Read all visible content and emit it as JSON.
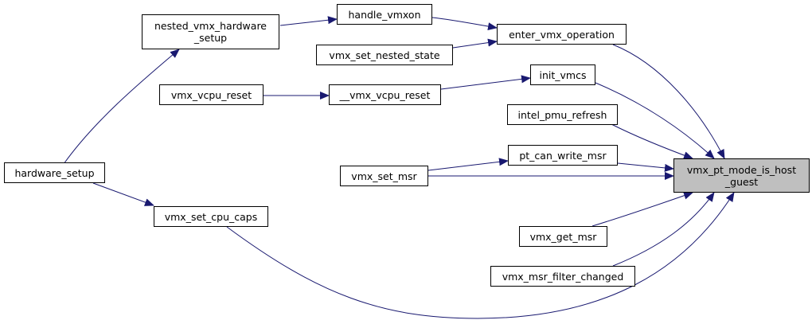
{
  "colors": {
    "edge": "#191970",
    "node_border": "#000000",
    "active_fill": "#bfbfbf"
  },
  "nodes": {
    "nested_vmx_hardware_setup": {
      "lines": [
        "nested_vmx_hardware",
        "_setup"
      ]
    },
    "handle_vmxon": {
      "lines": [
        "handle_vmxon"
      ]
    },
    "enter_vmx_operation": {
      "lines": [
        "enter_vmx_operation"
      ]
    },
    "vmx_set_nested_state": {
      "lines": [
        "vmx_set_nested_state"
      ]
    },
    "init_vmcs": {
      "lines": [
        "init_vmcs"
      ]
    },
    "vmx_vcpu_reset": {
      "lines": [
        "vmx_vcpu_reset"
      ]
    },
    "__vmx_vcpu_reset": {
      "lines": [
        "__vmx_vcpu_reset"
      ]
    },
    "intel_pmu_refresh": {
      "lines": [
        "intel_pmu_refresh"
      ]
    },
    "pt_can_write_msr": {
      "lines": [
        "pt_can_write_msr"
      ]
    },
    "hardware_setup": {
      "lines": [
        "hardware_setup"
      ]
    },
    "vmx_set_msr": {
      "lines": [
        "vmx_set_msr"
      ]
    },
    "vmx_pt_mode_is_host_guest": {
      "lines": [
        "vmx_pt_mode_is_host",
        "_guest"
      ]
    },
    "vmx_set_cpu_caps": {
      "lines": [
        "vmx_set_cpu_caps"
      ]
    },
    "vmx_get_msr": {
      "lines": [
        "vmx_get_msr"
      ]
    },
    "vmx_msr_filter_changed": {
      "lines": [
        "vmx_msr_filter_changed"
      ]
    }
  }
}
